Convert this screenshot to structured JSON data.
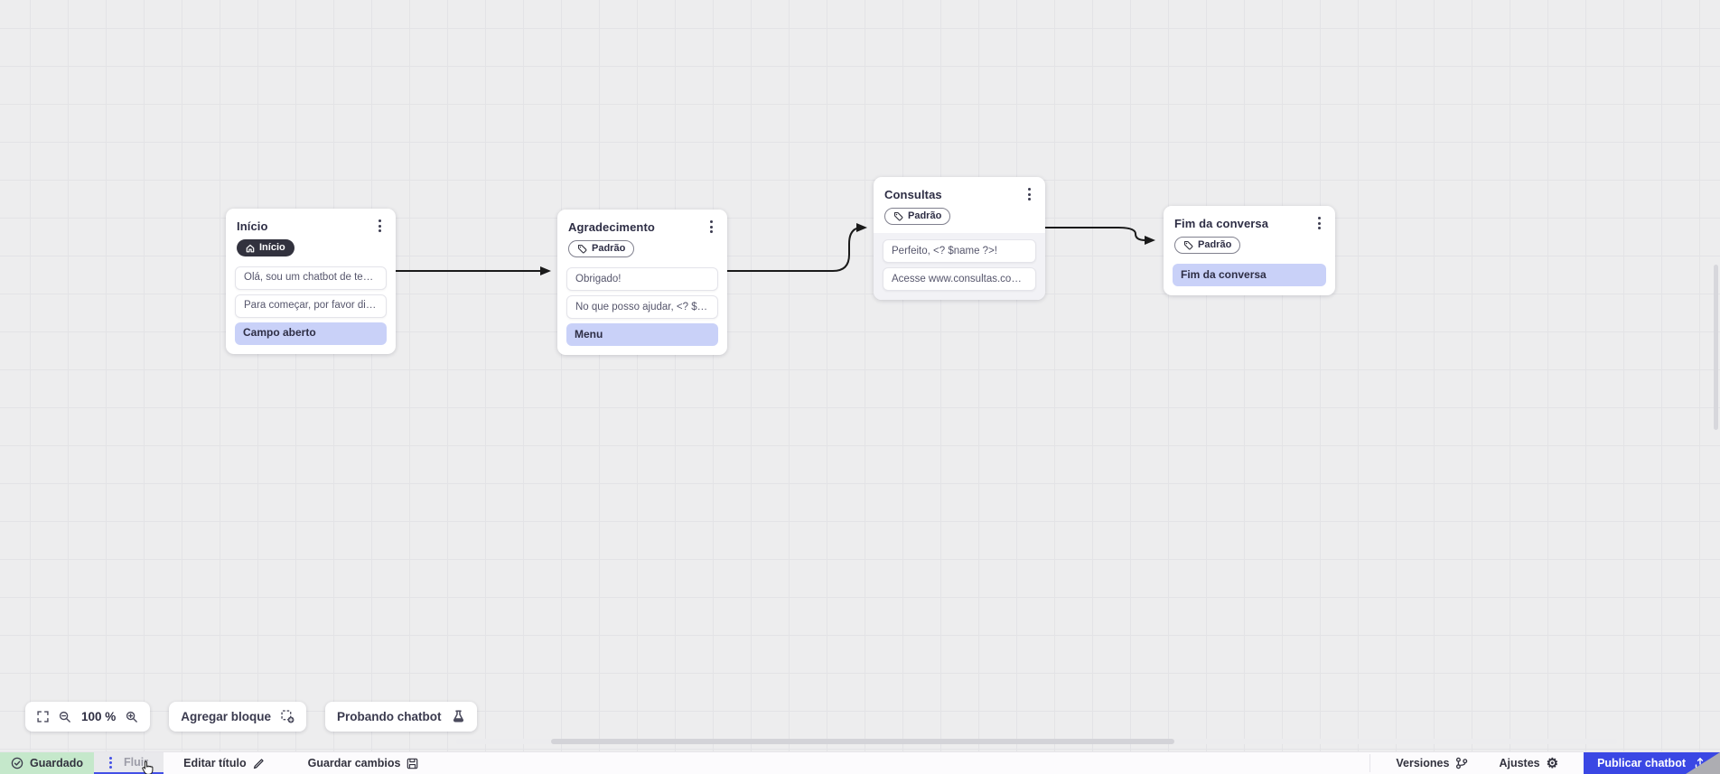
{
  "flow": {
    "nodes": [
      {
        "title": "Início",
        "badge": {
          "label": "Início",
          "icon": "home-icon",
          "style": "dark"
        },
        "items": [
          {
            "type": "message",
            "text": "Olá, sou um chatbot de teste!"
          },
          {
            "type": "message",
            "text": "Para começar, por favor digite o ..."
          },
          {
            "type": "action",
            "text": "Campo aberto"
          }
        ]
      },
      {
        "title": "Agradecimento",
        "badge": {
          "label": "Padrão",
          "icon": "tag-icon",
          "style": "outline"
        },
        "items": [
          {
            "type": "message",
            "text": "Obrigado!"
          },
          {
            "type": "message",
            "text": "No que posso ajudar, <? $name ..."
          },
          {
            "type": "action",
            "text": "Menu"
          }
        ]
      },
      {
        "title": "Consultas",
        "badge": {
          "label": "Padrão",
          "icon": "tag-icon",
          "style": "outline"
        },
        "items": [
          {
            "type": "message",
            "text": "Perfeito, <? $name ?>!"
          },
          {
            "type": "message",
            "text": "Acesse www.consultas.com par..."
          }
        ]
      },
      {
        "title": "Fim da conversa",
        "badge": {
          "label": "Padrão",
          "icon": "tag-icon",
          "style": "outline"
        },
        "items": [
          {
            "type": "action",
            "text": "Fim da conversa"
          }
        ]
      }
    ]
  },
  "canvas_toolbar": {
    "zoom_level": "100 %",
    "add_block_label": "Agregar bloque",
    "test_chatbot_label": "Probando chatbot"
  },
  "statusbar": {
    "saved_label": "Guardado",
    "flow_tab_label": "Fluir",
    "edit_title_label": "Editar título",
    "save_changes_label": "Guardar cambios",
    "versions_label": "Versiones",
    "settings_label": "Ajustes",
    "publish_label": "Publicar chatbot"
  },
  "colors": {
    "accent_blue": "#3a47e4",
    "action_purple": "#c9d1f8",
    "saved_green": "#c5e8cb",
    "badge_dark": "#32323e",
    "connector_black": "#1a1a1a"
  }
}
